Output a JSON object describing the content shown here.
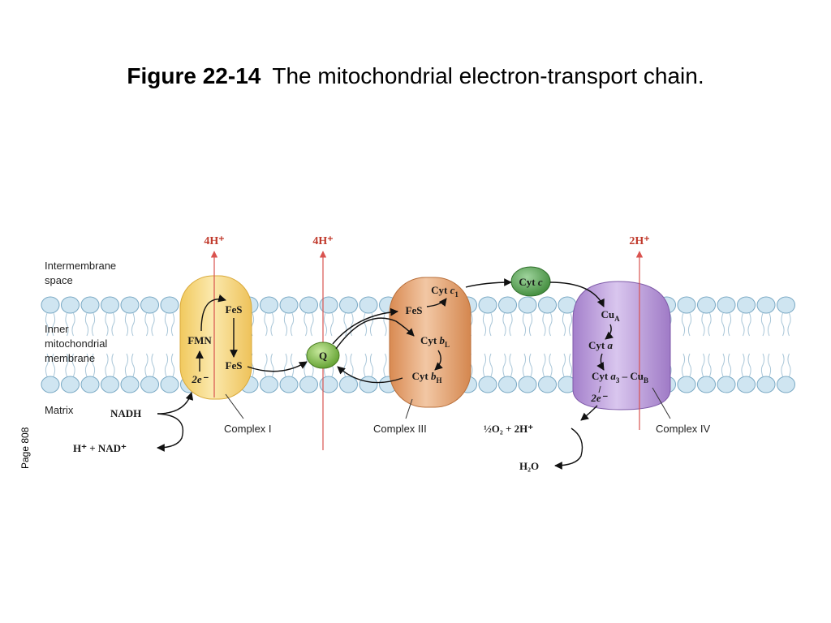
{
  "title": {
    "figure": "Figure 22-14",
    "caption": "The mitochondrial electron-transport chain."
  },
  "page_label": "Page 808",
  "regions": {
    "intermembrane_line1": "Intermembrane",
    "intermembrane_line2": "space",
    "membrane_line1": "Inner",
    "membrane_line2": "mitochondrial",
    "membrane_line3": "membrane",
    "matrix": "Matrix"
  },
  "protons": {
    "complex1": "4H⁺",
    "q": "4H⁺",
    "complex4": "2H⁺"
  },
  "complex1": {
    "label": "Complex I",
    "fes_top": "FeS",
    "fmn": "FMN",
    "fes_bottom": "FeS",
    "electrons": "2e⁻"
  },
  "complex3": {
    "label": "Complex III",
    "fes": "FeS",
    "cyt_c1": "Cyt c₁",
    "cyt_bl": "Cyt b_L",
    "cyt_bh": "Cyt b_H"
  },
  "complex4": {
    "label": "Complex IV",
    "cu_a": "Cu_A",
    "cyt_a": "Cyt a",
    "cyt_a3_cub": "Cyt a₃ – Cu_B",
    "electrons": "2e⁻"
  },
  "carriers": {
    "q": "Q",
    "cyt_c": "Cyt c"
  },
  "substrates": {
    "nadh": "NADH",
    "products_nad": "H⁺ + NAD⁺",
    "oxygen": "½O₂ + 2H⁺",
    "water": "H₂O"
  },
  "colors": {
    "complex1": "#f6d77f",
    "complex3": "#e2a06c",
    "complex4": "#b594d4",
    "carrier": "#7fbf4d",
    "lipid_head": "#cfe5f1",
    "proton_arrow": "#d9534f"
  }
}
